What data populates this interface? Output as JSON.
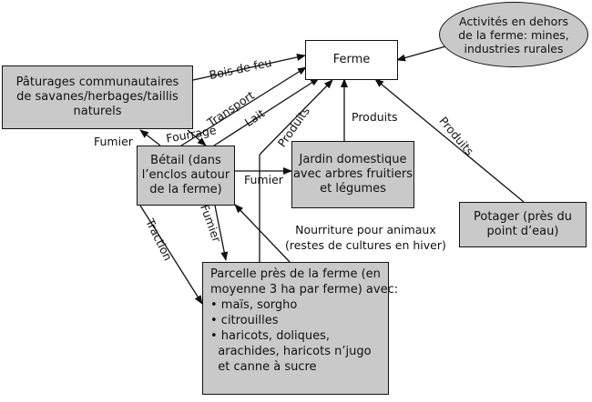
{
  "nodes": {
    "ferme": "Ferme",
    "activites": [
      "Activités en dehors",
      "de la ferme: mines,",
      "industries rurales"
    ],
    "paturages": [
      "Pâturages communautaires",
      "de savanes/herbages/taillis",
      "naturels"
    ],
    "betail": [
      "Bétail (dans",
      "l’enclos autour",
      "de la ferme)"
    ],
    "jardin": [
      "Jardin domestique",
      "avec arbres fruitiers",
      "et légumes"
    ],
    "potager": [
      "Potager (près du",
      "point d’eau)"
    ],
    "parcelle": [
      "Parcelle près de la ferme (en",
      "moyenne 3 ha par ferme) avec:",
      "• maïs, sorgho",
      "• citrouilles",
      "• haricots, doliques,",
      "  arachides, haricots n’jugo",
      "  et canne à sucre"
    ]
  },
  "labels": {
    "bois_de_feu": "Bois de feu",
    "transport": "Transport",
    "lait": "Lait",
    "fourrage": "Fourrage",
    "fumier_left": "Fumier",
    "fumier_mid": "Fumier",
    "fumier_diag": "Fumier",
    "traction": "Traction",
    "produits_parcelle": "Produits",
    "produits_jardin": "Produits",
    "produits_potager": "Produits",
    "nourriture": [
      "Nourriture pour animaux",
      "(restes de cultures en hiver)"
    ]
  },
  "colors": {
    "box_fill": "#c9c9c9",
    "stroke": "#111111"
  }
}
